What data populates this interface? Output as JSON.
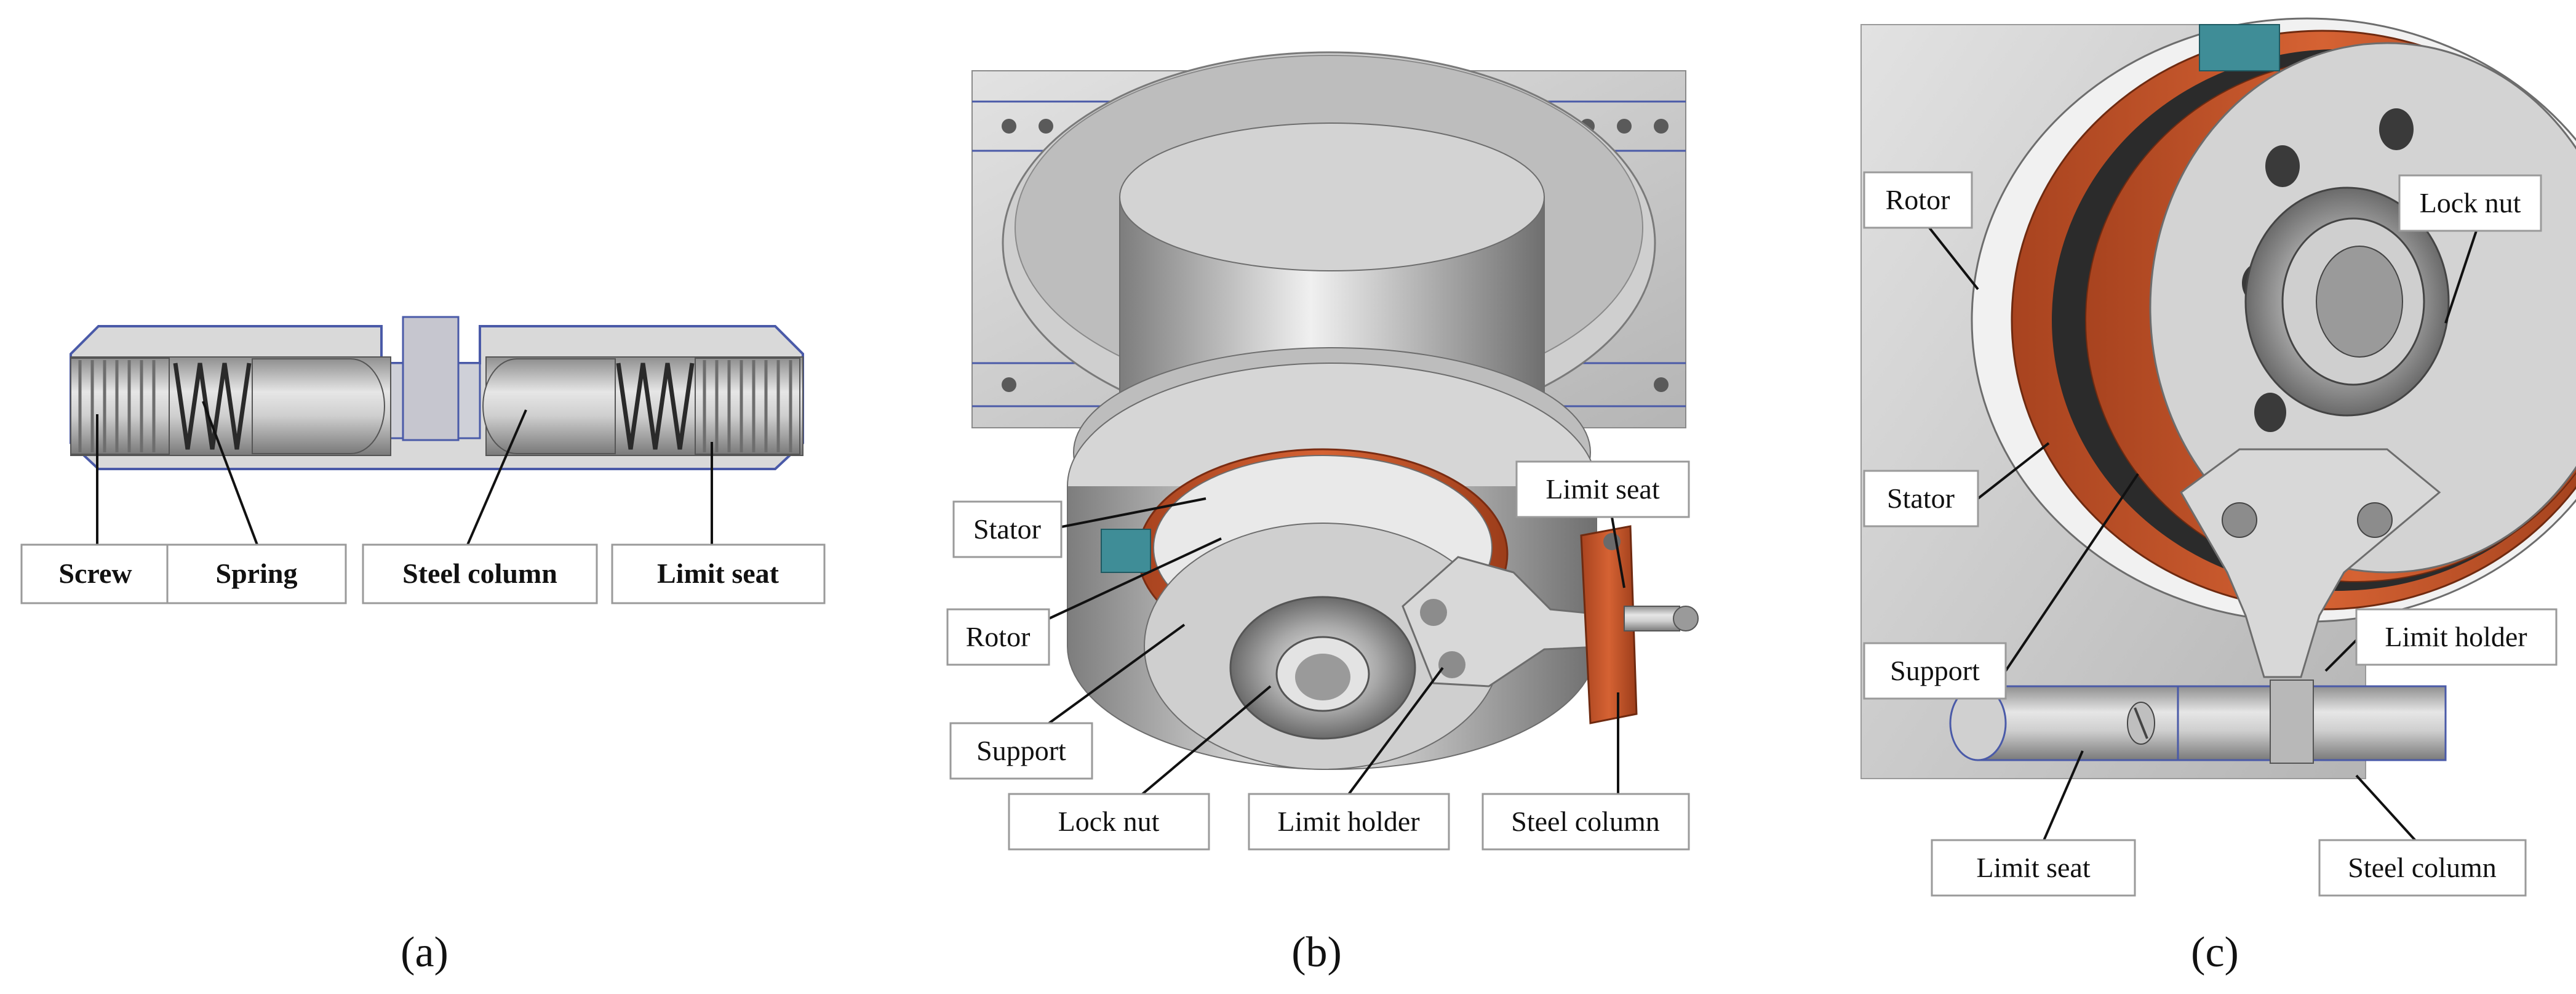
{
  "panels": {
    "a": {
      "caption": "(a)",
      "labels": {
        "screw": "Screw",
        "spring": "Spring",
        "steel_column": "Steel column",
        "limit_seat": "Limit seat"
      }
    },
    "b": {
      "caption": "(b)",
      "labels": {
        "stator": "Stator",
        "rotor": "Rotor",
        "support": "Support",
        "lock_nut": "Lock nut",
        "limit_holder": "Limit holder",
        "steel_column": "Steel column",
        "limit_seat": "Limit seat"
      }
    },
    "c": {
      "caption": "(c)",
      "labels": {
        "rotor": "Rotor",
        "stator": "Stator",
        "support": "Support",
        "lock_nut": "Lock nut",
        "limit_holder": "Limit holder",
        "limit_seat": "Limit seat",
        "steel_column": "Steel column"
      }
    }
  },
  "colors": {
    "metal": "#c9c9c9",
    "metal_dark": "#8e8e8e",
    "rotor_orange": "#c8542a",
    "teal": "#3f8d97",
    "outline_blue": "#4a5aa8"
  }
}
